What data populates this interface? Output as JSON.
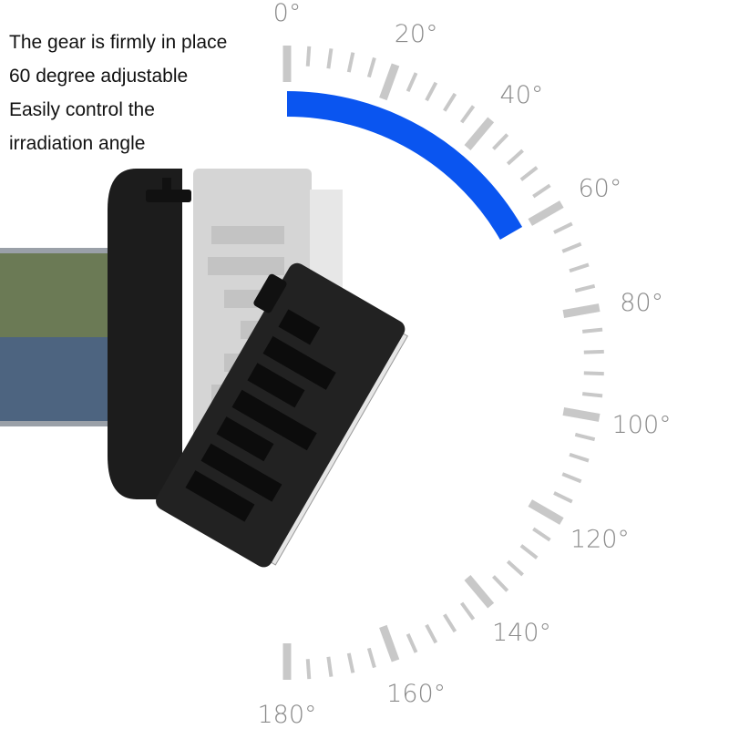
{
  "caption": {
    "lines": [
      "The gear is firmly in place",
      "60 degree adjustable",
      "Easily control the",
      "irradiation angle"
    ]
  },
  "dial": {
    "labels": [
      "0°",
      "20°",
      "40°",
      "60°",
      "80°",
      "100°",
      "120°",
      "140°",
      "160°",
      "180°"
    ],
    "label_angles": [
      0,
      20,
      40,
      60,
      80,
      100,
      120,
      140,
      160,
      180
    ],
    "highlight_range_degrees": [
      0,
      60
    ],
    "highlight_color": "#0a55f0",
    "tick_color": "#c8c8c8"
  },
  "product": {
    "strap_colors": [
      "#6b7a55",
      "#4d6480"
    ],
    "body_color": "#222222"
  }
}
